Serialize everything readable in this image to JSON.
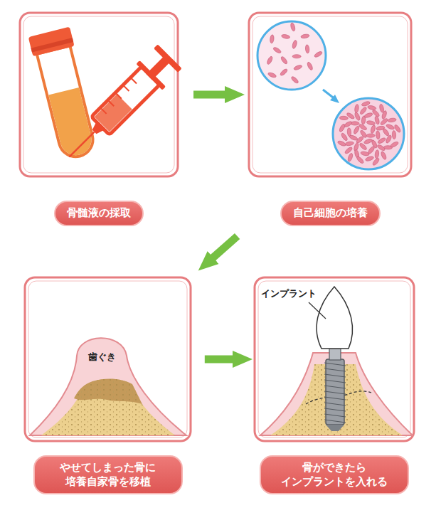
{
  "diagram": {
    "nodes": [
      {
        "text": [
          "骨髄液の採取"
        ]
      },
      {
        "text": [
          "自己細胞の培養"
        ]
      },
      {
        "text": [
          "やせてしまった骨に 培養自家骨を移植"
        ]
      },
      {
        "text": [
          "骨ができたら インプラントを入れる"
        ]
      }
    ],
    "edges": [
      {
        "from": 0,
        "to": 1,
        "arrow": "to"
      },
      {
        "from": 1,
        "to": 2,
        "arrow": "to"
      },
      {
        "from": 2,
        "to": 3,
        "arrow": "to"
      }
    ],
    "labels": [
      "歯ぐき",
      "インプラント"
    ]
  }
}
